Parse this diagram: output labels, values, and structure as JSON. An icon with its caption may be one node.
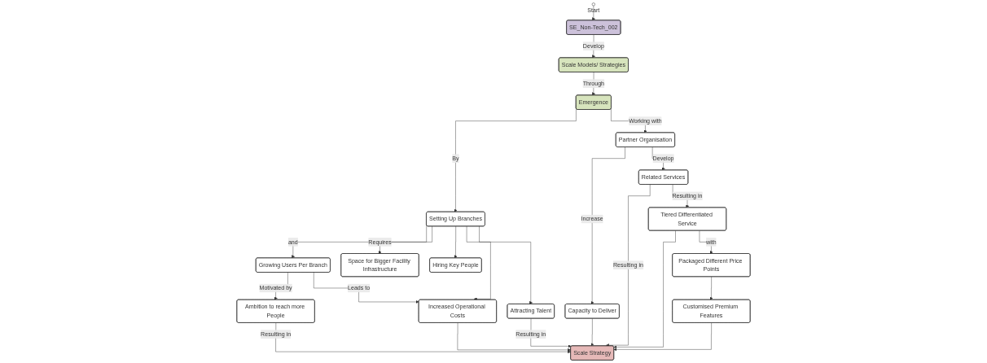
{
  "diagram": {
    "nodes": [
      {
        "text": [
          "Ambition to reach more People"
        ]
      },
      {
        "text": [
          "Growing Users Per Branch"
        ]
      },
      {
        "text": [
          "Setting Up Branches"
        ]
      },
      {
        "text": [
          "Emergence"
        ]
      },
      {
        "text": [
          "Scale Models/ Strategies"
        ]
      },
      {
        "text": [
          "SE_Non-Tech_002"
        ]
      },
      {
        "text": [],
        "shape": "circle",
        "beside": [
          "Start"
        ]
      },
      {
        "text": [
          "Space for Bigger Facility Infrastructure"
        ]
      },
      {
        "text": [
          "Partner Organisation"
        ]
      },
      {
        "text": [
          "Increased Operational Costs"
        ]
      },
      {
        "text": [
          "Hiring Key People"
        ]
      },
      {
        "text": [
          "Capacity to Deliver"
        ]
      },
      {
        "text": [
          "Related Services"
        ]
      },
      {
        "text": [
          "Tiered Differentiated Service"
        ]
      },
      {
        "text": [
          "Packaged Different Price Points"
        ]
      },
      {
        "text": [
          "Attracting Talent"
        ]
      },
      {
        "text": [
          "Customised Premium Features"
        ]
      },
      {
        "text": [
          "Scale Strategy"
        ]
      }
    ],
    "edges": [
      {
        "from": 6,
        "to": 5,
        "arrow": "to"
      },
      {
        "from": 5,
        "to": 4,
        "arrow": "to",
        "label": "Develop"
      },
      {
        "from": 4,
        "to": 3,
        "arrow": "to",
        "label": "Through"
      },
      {
        "from": 3,
        "to": 2,
        "arrow": "to",
        "label": "By"
      },
      {
        "from": 2,
        "to": 1,
        "arrow": "to",
        "label": "and"
      },
      {
        "from": 1,
        "to": 0,
        "arrow": "to",
        "label": "Motivated by"
      },
      {
        "from": 3,
        "to": 8,
        "arrow": "to",
        "label": "Working with"
      },
      {
        "from": 8,
        "to": 12,
        "arrow": "to",
        "label": "Develop"
      },
      {
        "from": 8,
        "to": 11,
        "arrow": "to",
        "label": "Increase"
      },
      {
        "from": 12,
        "to": 13,
        "arrow": "to",
        "label": "Resulting in"
      },
      {
        "from": 13,
        "to": 14,
        "arrow": "to",
        "label": "with"
      },
      {
        "from": 14,
        "to": 16,
        "arrow": "to"
      },
      {
        "from": 2,
        "to": 7,
        "arrow": "to",
        "label": "Requires"
      },
      {
        "from": 2,
        "to": 10,
        "arrow": "to"
      },
      {
        "from": 2,
        "to": 15,
        "arrow": "to"
      },
      {
        "from": 1,
        "to": 9,
        "arrow": "to",
        "label": "Leads to"
      },
      {
        "from": 2,
        "to": 9,
        "arrow": "to"
      },
      {
        "from": 0,
        "to": 17,
        "arrow": "to",
        "label": "Resulting in"
      },
      {
        "from": 9,
        "to": 17,
        "arrow": "to"
      },
      {
        "from": 15,
        "to": 17,
        "arrow": "to",
        "label": "Resulting in"
      },
      {
        "from": 11,
        "to": 17,
        "arrow": "to"
      },
      {
        "from": 12,
        "to": 17,
        "arrow": "to",
        "label": "Resulting in"
      },
      {
        "from": 13,
        "to": 17,
        "arrow": "to"
      },
      {
        "from": 16,
        "to": 17,
        "arrow": "to"
      }
    ]
  }
}
